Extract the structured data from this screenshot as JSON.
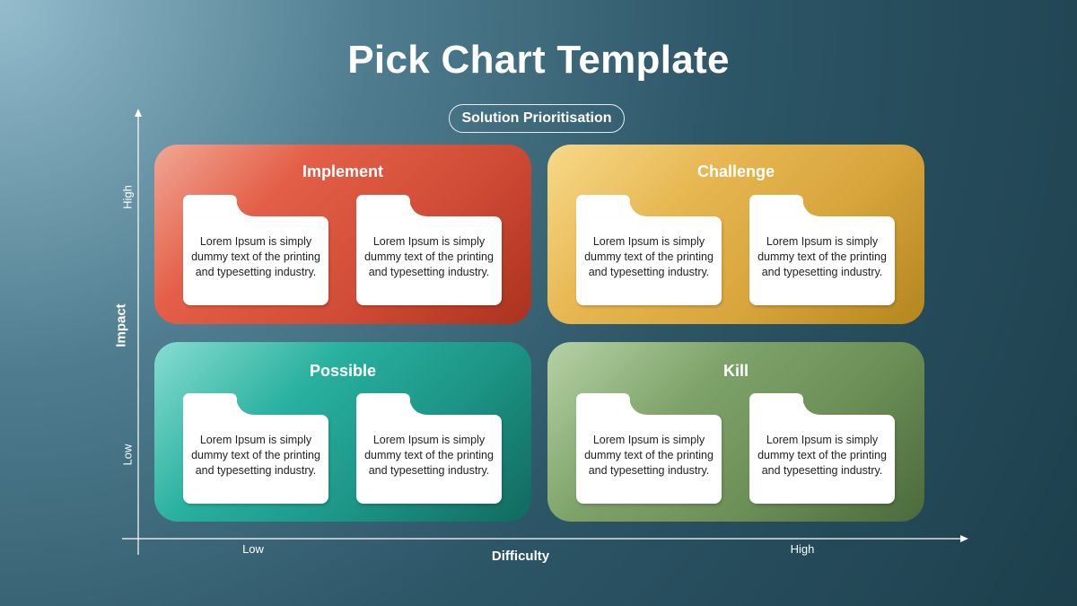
{
  "title": "Pick Chart Template",
  "subtitle_pill": "Solution Prioritisation",
  "axes": {
    "y_title": "Impact",
    "y_high": "High",
    "y_low": "Low",
    "x_title": "Difficulty",
    "x_low": "Low",
    "x_high": "High"
  },
  "quadrants": [
    {
      "title": "Implement",
      "color": "#d04b35",
      "cards": [
        "Lorem Ipsum is simply dummy text of the printing and typesetting industry.",
        "Lorem Ipsum is simply dummy text of the printing and typesetting industry."
      ]
    },
    {
      "title": "Challenge",
      "color": "#d8a43c",
      "cards": [
        "Lorem Ipsum is simply dummy text of the printing and typesetting industry.",
        "Lorem Ipsum is simply dummy text of the printing and typesetting industry."
      ]
    },
    {
      "title": "Possible",
      "color": "#1c9586",
      "cards": [
        "Lorem Ipsum is simply dummy text of the printing and typesetting industry.",
        "Lorem Ipsum is simply dummy text of the printing and typesetting industry."
      ]
    },
    {
      "title": "Kill",
      "color": "#6c8f57",
      "cards": [
        "Lorem Ipsum is simply dummy text of the printing and typesetting industry.",
        "Lorem Ipsum is simply dummy text of the printing and typesetting industry."
      ]
    }
  ]
}
